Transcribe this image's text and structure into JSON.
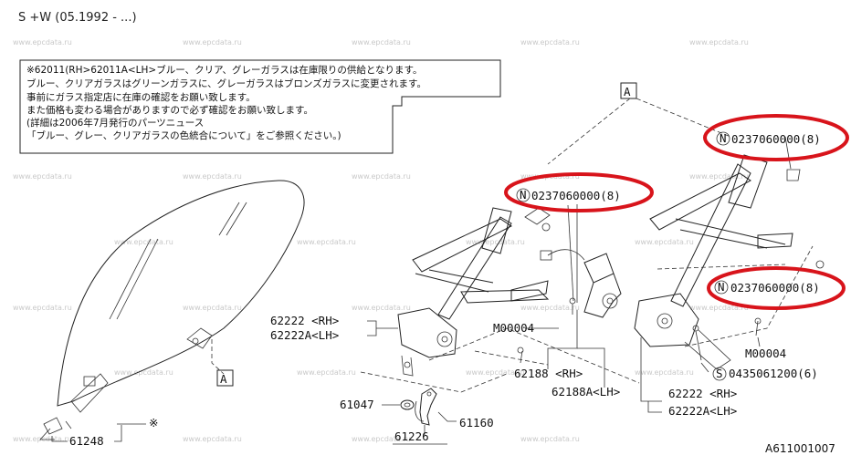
{
  "page": {
    "title": "S +W (05.1992 - ...)",
    "diagram_code": "A611001007"
  },
  "watermark": "www.epcdata.ru",
  "note": {
    "lines": [
      "※62011(RH>62011A<LH>ブルー、クリア、グレーガラスは在庫限りの供給となります。",
      "ブルー、クリアガラスはグリーンガラスに、グレーガラスはブロンズガラスに変更されます。",
      "事前にガラス指定店に在庫の確認をお願い致します。",
      "また価格も変わる場合がありますので必ず確認をお願い致します。",
      "(詳細は2006年7月発行のパーツニュース",
      "「ブルー、グレー、クリアガラスの色統合について」をご参照ください。)"
    ]
  },
  "refs": {
    "a_top": "A",
    "a_left": "A",
    "n_mark": "N",
    "s_mark": "S",
    "star": "※"
  },
  "labels": {
    "bolt_top_right": "0237060000(8)",
    "bolt_mid": "0237060000(8)",
    "bolt_right_mid": "0237060000(8)",
    "regulator_left_rh": "62222 <RH>",
    "regulator_left_lh": "62222A<LH>",
    "m_left": "M00004",
    "m_right": "M00004",
    "motor_rh": "62188 <RH>",
    "motor_lh": "62188A<LH>",
    "regulator_right_rh": "62222 <RH>",
    "regulator_right_lh": "62222A<LH>",
    "s_bolt": "0435061200(6)",
    "p61047": "61047",
    "p61160": "61160",
    "p61226": "61226",
    "p61248": "61248"
  },
  "highlight_color": "#d8141b"
}
